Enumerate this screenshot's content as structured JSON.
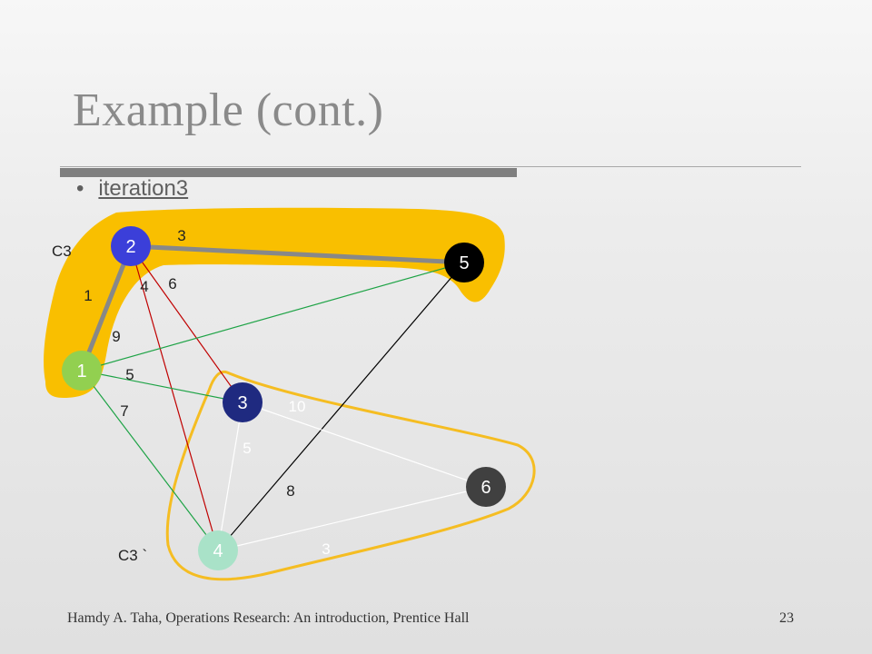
{
  "slide": {
    "title": "Example (cont.)",
    "bullet": "iteration3"
  },
  "graph": {
    "colors": {
      "cut_highlight": "#f9bf00",
      "cut_outline": "#f5bd22",
      "tree_edge": "#888888",
      "edge_red": "#c00000",
      "edge_green": "#1ea346",
      "edge_black": "#000000",
      "edge_white": "#ffffff"
    },
    "nodes": [
      {
        "id": "1",
        "label": "1",
        "fill": "#92d050",
        "text_color": "#ffffff"
      },
      {
        "id": "2",
        "label": "2",
        "fill": "#3b3fd9",
        "text_color": "#ffffff"
      },
      {
        "id": "3",
        "label": "3",
        "fill": "#1f2a80",
        "text_color": "#ffffff"
      },
      {
        "id": "4",
        "label": "4",
        "fill": "#a9e2c8",
        "text_color": "#ffffff"
      },
      {
        "id": "5",
        "label": "5",
        "fill": "#000000",
        "text_color": "#ffffff"
      },
      {
        "id": "6",
        "label": "6",
        "fill": "#404040",
        "text_color": "#ffffff"
      }
    ],
    "edges": [
      {
        "from": "1",
        "to": "2",
        "weight": "1",
        "color": "tree_edge",
        "thick": true
      },
      {
        "from": "2",
        "to": "5",
        "weight": "3",
        "color": "tree_edge",
        "thick": true
      },
      {
        "from": "2",
        "to": "3",
        "weight": "6",
        "color": "edge_red"
      },
      {
        "from": "2",
        "to": "4",
        "weight": "4",
        "color": "edge_red"
      },
      {
        "from": "1",
        "to": "5",
        "weight": "9",
        "color": "edge_green"
      },
      {
        "from": "1",
        "to": "3",
        "weight": "5",
        "color": "edge_green"
      },
      {
        "from": "1",
        "to": "4",
        "weight": "7",
        "color": "edge_green"
      },
      {
        "from": "5",
        "to": "4",
        "weight": "8",
        "color": "edge_black"
      },
      {
        "from": "3",
        "to": "6",
        "weight": "10",
        "color": "edge_white"
      },
      {
        "from": "3",
        "to": "4",
        "weight": "5",
        "color": "edge_white"
      },
      {
        "from": "4",
        "to": "6",
        "weight": "3",
        "color": "edge_white"
      }
    ],
    "cut_labels": {
      "c3": "C3",
      "c3_prime": "C3 `"
    }
  },
  "footer": {
    "source": "Hamdy A. Taha, Operations Research: An introduction, Prentice Hall",
    "page_number": "23"
  }
}
